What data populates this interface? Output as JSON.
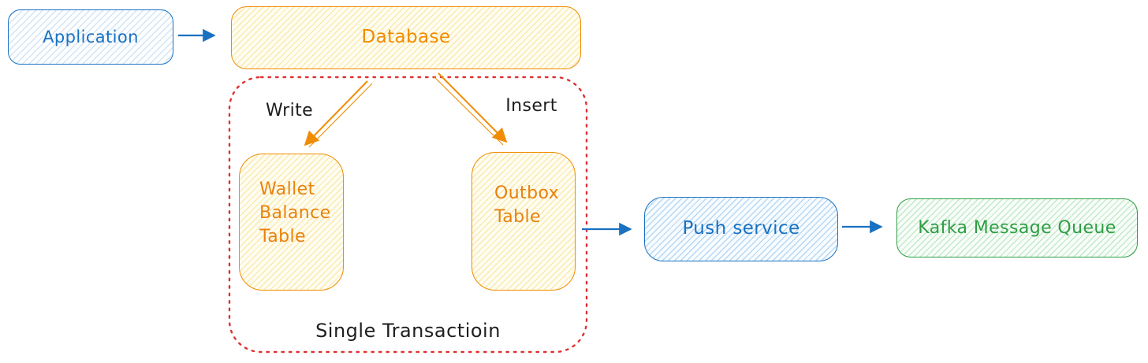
{
  "nodes": {
    "application": {
      "label": "Application"
    },
    "database": {
      "label": "Database"
    },
    "wallet_balance_table": {
      "label": "Wallet Balance Table"
    },
    "outbox_table": {
      "label": "Outbox Table"
    },
    "push_service": {
      "label": "Push service"
    },
    "kafka_message_queue": {
      "label": "Kafka Message Queue"
    }
  },
  "edges": {
    "write_label": "Write",
    "insert_label": "Insert"
  },
  "transaction_boundary": {
    "label": "Single Transactioin"
  },
  "colors": {
    "blue": "#1971c2",
    "orange": "#f08c00",
    "red": "#e03131",
    "green": "#2f9e44",
    "text_black": "#1e1e1e"
  }
}
